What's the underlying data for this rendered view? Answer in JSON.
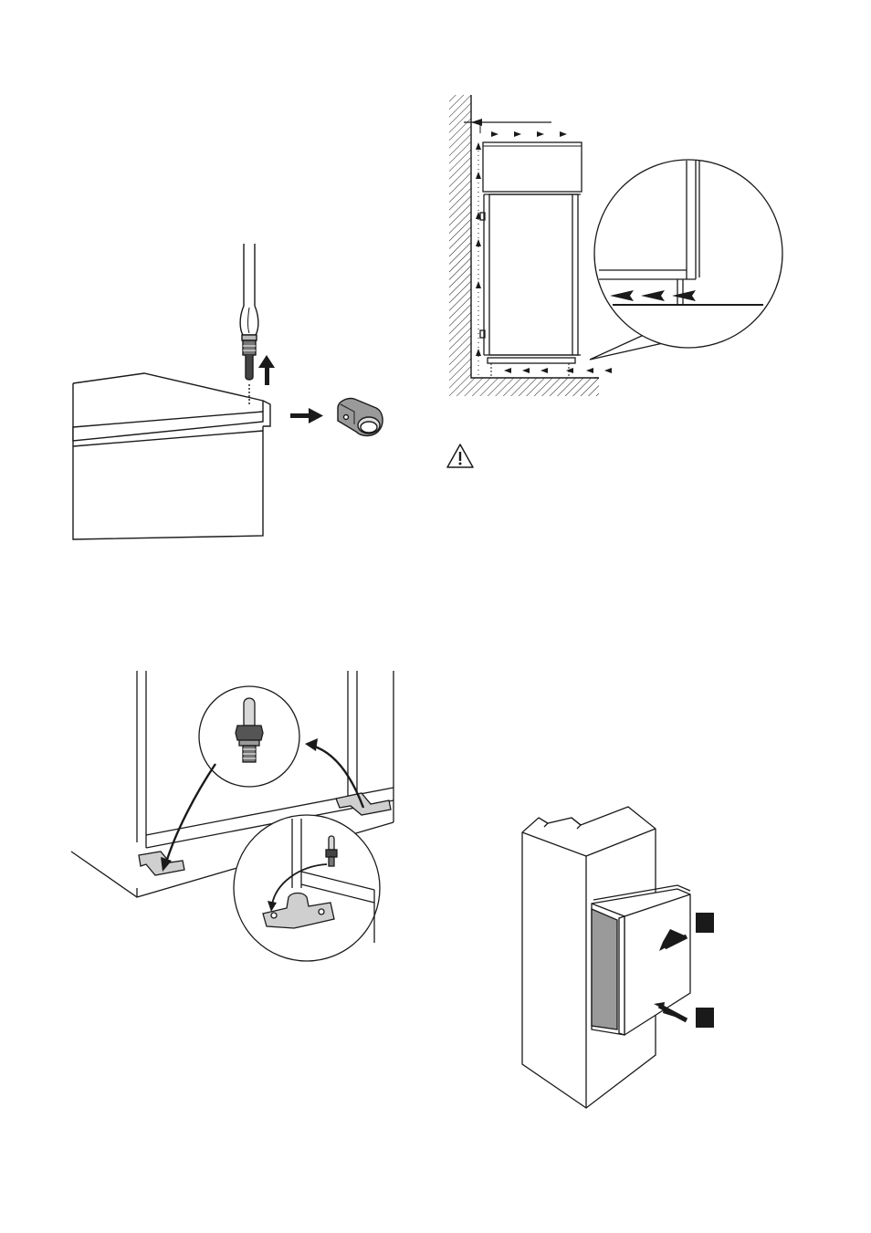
{
  "page": {
    "background": "#ffffff",
    "line_color": "#1a1a1a",
    "fill_gray": "#9a9a9a",
    "fill_dark": "#555555"
  },
  "figures": [
    {
      "id": "door-hinge-screw-removal",
      "icons": [
        "screwdriver-icon",
        "arrow-up-icon",
        "arrow-right-icon",
        "hinge-cap-icon"
      ]
    },
    {
      "id": "ventilation-clearance",
      "icons": [
        "wall-hatching",
        "airflow-arrow-icon",
        "magnifier-circle"
      ]
    },
    {
      "id": "warning",
      "icons": [
        "warning-triangle-icon"
      ]
    },
    {
      "id": "hinge-pin-transfer",
      "icons": [
        "hinge-pin-icon",
        "curved-arrow-icon",
        "hinge-bracket-icon"
      ]
    },
    {
      "id": "niche-insertion",
      "icons": [
        "cabinet-niche",
        "appliance-box",
        "push-arrow-icon",
        "push-arrow-icon"
      ]
    }
  ]
}
